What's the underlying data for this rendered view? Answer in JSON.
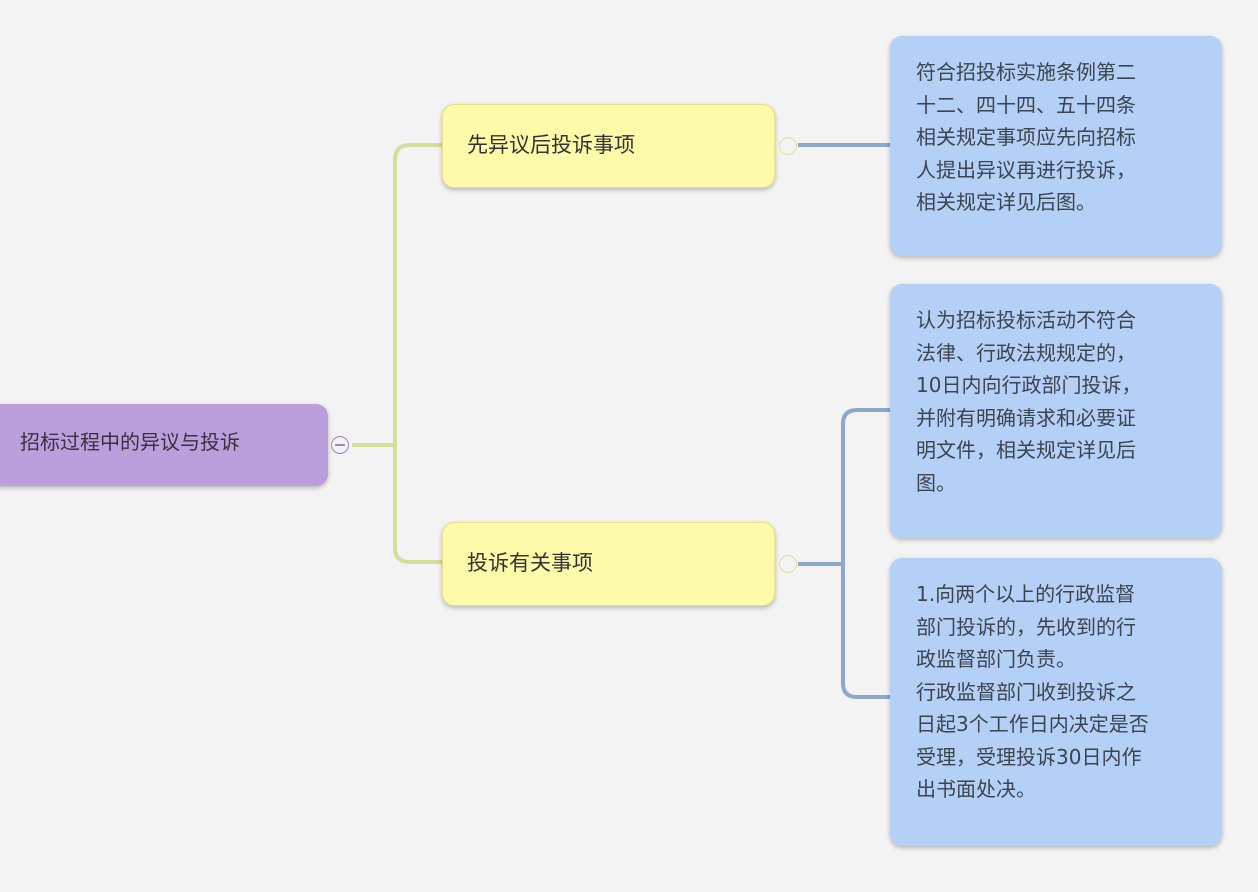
{
  "root": {
    "label": "招标过程中的异议与投诉"
  },
  "topics": [
    {
      "label": "先异议后投诉事项",
      "details": [
        {
          "lines": [
            "符合招投标实施条例第二",
            "十二、四十四、五十四条",
            "相关规定事项应先向招标",
            "人提出异议再进行投诉，",
            "相关规定详见后图。"
          ]
        }
      ]
    },
    {
      "label": "投诉有关事项",
      "details": [
        {
          "lines": [
            "认为招标投标活动不符合",
            "法律、行政法规规定的，",
            "10日内向行政部门投诉，",
            "并附有明确请求和必要证",
            "明文件，相关规定详见后",
            "图。"
          ]
        },
        {
          "lines": [
            "1.向两个以上的行政监督",
            "部门投诉的，先收到的行",
            "政监督部门负责。",
            "行政监督部门收到投诉之",
            "日起3个工作日内决定是否",
            "受理，受理投诉30日内作",
            "出书面处决。"
          ]
        }
      ]
    }
  ],
  "colors": {
    "root": "#bb9fdc",
    "topic": "#fdfaa9",
    "detail": "#b5d0f6",
    "topic_link": "#d6dc9c",
    "detail_link": "#8ea8cc"
  }
}
